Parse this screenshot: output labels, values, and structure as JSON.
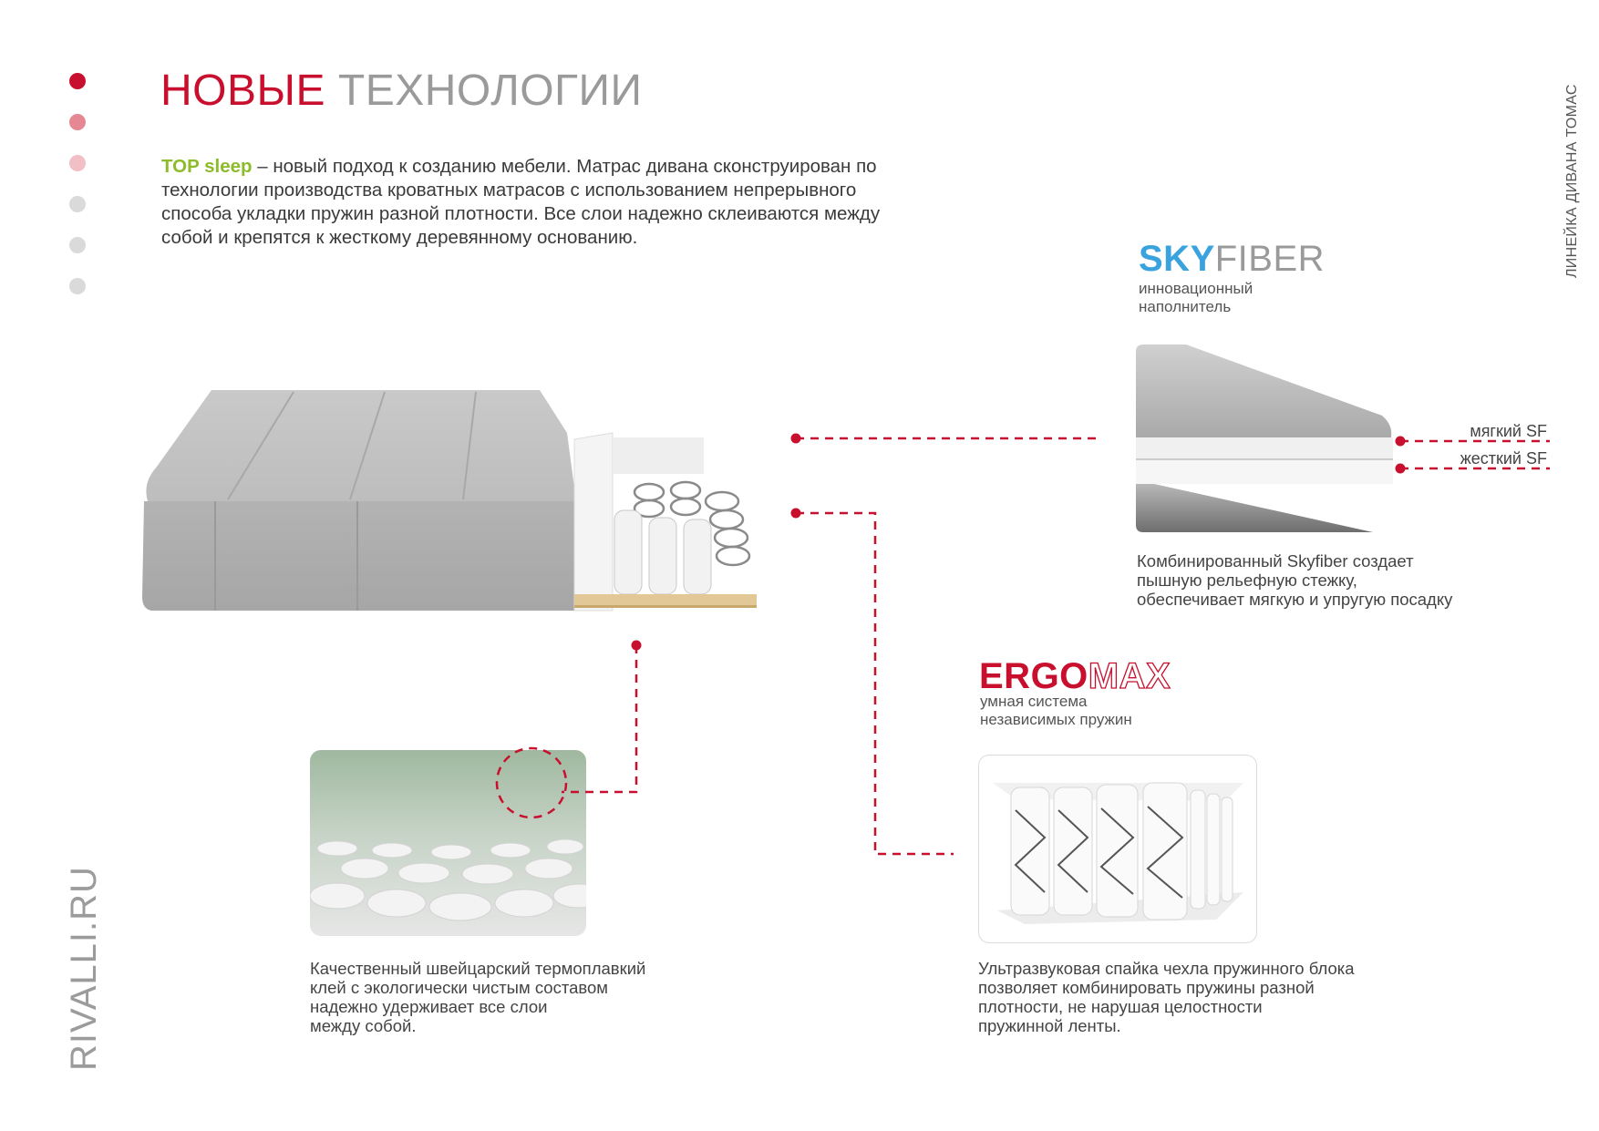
{
  "page": {
    "title_accent": "НОВЫЕ",
    "title_rest": "ТЕХНОЛОГИИ",
    "side_caption": "ЛИНЕЙКА ДИВАНА ТОМАС",
    "site": "RIVALLI.RU"
  },
  "pager": {
    "dots": [
      {
        "color": "#c8102e",
        "active": true
      },
      {
        "color": "#e68893"
      },
      {
        "color": "#f2bfc6"
      },
      {
        "color": "#dadada"
      },
      {
        "color": "#dadada"
      },
      {
        "color": "#dadada"
      }
    ]
  },
  "intro": {
    "brand": "TOP sleep",
    "text": " – новый подход к созданию мебели. Матрас дивана сконструирован по технологии производства кроватных матрасов с использованием непрерывного способа укладки пружин разной плотности. Все слои надежно склеиваются между собой и крепятся к жесткому деревянному основанию."
  },
  "skyfiber": {
    "name_a": "SKY",
    "name_b": "FIBER",
    "subtitle_1": "инновационный",
    "subtitle_2": "наполнитель",
    "layer_soft": "мягкий SF",
    "layer_hard": "жесткий SF",
    "desc_1": "Комбинированный Skyfiber создает",
    "desc_2": "пышную рельефную стежку,",
    "desc_3": "обеспечивает мягкую и упругую посадку"
  },
  "ergomax": {
    "name_a": "ERGO",
    "name_b": "MAX",
    "subtitle_1": "умная система",
    "subtitle_2": "независимых пружин",
    "desc_1": "Ультразвуковая спайка чехла пружинного блока",
    "desc_2": "позволяет комбинировать пружины разной",
    "desc_3": "плотности, не нарушая целостности",
    "desc_4": "пружинной ленты."
  },
  "glue": {
    "desc_1": "Качественный швейцарский термоплавкий",
    "desc_2": "клей с экологически чистым составом",
    "desc_3": "надежно удерживает все слои",
    "desc_4": "между собой."
  },
  "colors": {
    "accent_red": "#c8102e",
    "sky_blue": "#3aa3de",
    "brand_green": "#8dbb2a",
    "gray_text": "#9a9a9a"
  }
}
